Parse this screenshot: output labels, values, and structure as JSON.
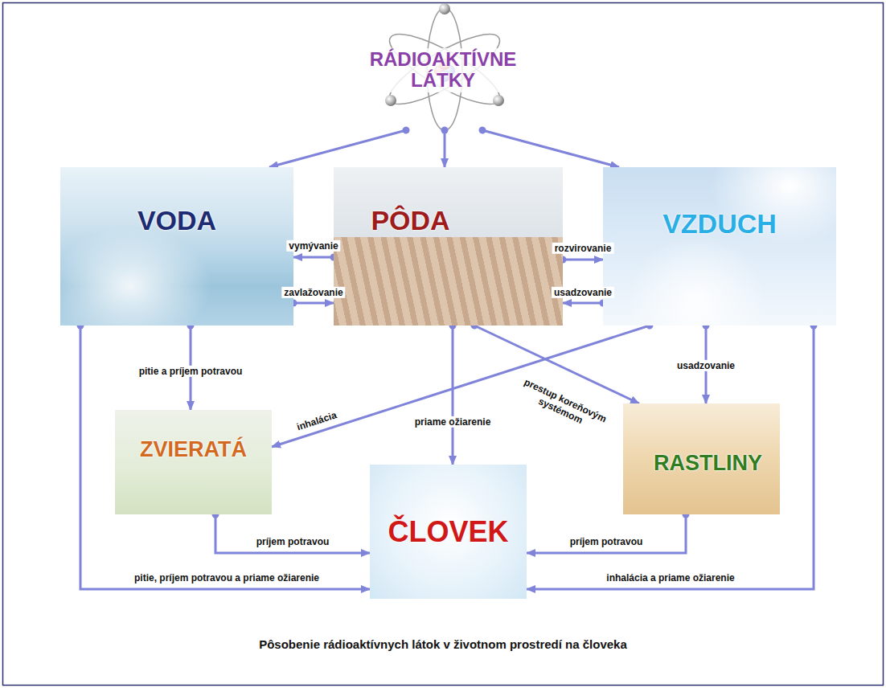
{
  "diagram": {
    "caption": "Pôsobenie rádioaktívnych látok v životnom prostredí na človeka",
    "nodes": [
      {
        "text": [
          "RÁDIOAKTÍVNE LÁTKY"
        ]
      },
      {
        "text": [
          "VODA"
        ]
      },
      {
        "text": [
          "PÔDA"
        ]
      },
      {
        "text": [
          "VZDUCH"
        ]
      },
      {
        "text": [
          "ZVIERATÁ"
        ]
      },
      {
        "text": [
          "RASTLINY"
        ]
      },
      {
        "text": [
          "ČLOVEK"
        ]
      }
    ],
    "edges": [
      {
        "from": 0,
        "to": 1,
        "arrow": "to"
      },
      {
        "from": 0,
        "to": 2,
        "arrow": "to"
      },
      {
        "from": 0,
        "to": 3,
        "arrow": "to"
      },
      {
        "from": 2,
        "to": 1,
        "label": "vymývanie",
        "arrow": "to"
      },
      {
        "from": 1,
        "to": 2,
        "label": "zavlažovanie",
        "arrow": "to"
      },
      {
        "from": 2,
        "to": 3,
        "label": "rozvirovanie",
        "arrow": "to"
      },
      {
        "from": 3,
        "to": 2,
        "label": "usadzovanie",
        "arrow": "to"
      },
      {
        "from": 1,
        "to": 4,
        "label": "pitie a príjem potravou",
        "arrow": "to"
      },
      {
        "from": 3,
        "to": 4,
        "label": "inhalácia",
        "arrow": "to"
      },
      {
        "from": 2,
        "to": 6,
        "label": "priame ožiarenie",
        "arrow": "to"
      },
      {
        "from": 2,
        "to": 5,
        "label": "prestup koreňovým systémom",
        "arrow": "to"
      },
      {
        "from": 3,
        "to": 5,
        "label": "usadzovanie",
        "arrow": "to"
      },
      {
        "from": 4,
        "to": 6,
        "label": "príjem potravou",
        "arrow": "to"
      },
      {
        "from": 5,
        "to": 6,
        "label": "príjem potravou",
        "arrow": "to"
      },
      {
        "from": 1,
        "to": 6,
        "label": "pitie, príjem potravou a priame ožiarenie",
        "arrow": "to"
      },
      {
        "from": 3,
        "to": 6,
        "label": "inhalácia a priame ožiarenie",
        "arrow": "to"
      }
    ]
  }
}
